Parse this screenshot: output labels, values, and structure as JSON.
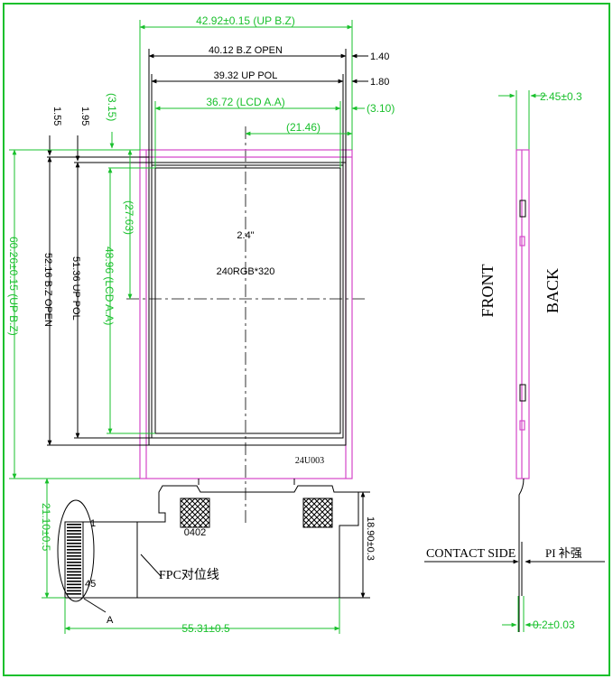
{
  "front_view": {
    "diagonal": "2.4\"",
    "resolution": "240RGB*320",
    "model_code": "24U003",
    "pin_first": "1",
    "pin_last": "45",
    "detail_label": "A",
    "fpc_mark_note": "FPC对位线",
    "dims": {
      "up_bz_width": "42.92±0.15 (UP B.Z)",
      "bz_open_width": "40.12 B.Z OPEN",
      "up_pol_width": "39.32 UP POL",
      "lcd_aa_width": "36.72 (LCD A.A)",
      "right_offset_1": "1.40",
      "right_offset_2": "1.80",
      "right_offset_3": "(3.10)",
      "left_offset_1": "1.55",
      "left_offset_2": "1.95",
      "top_offset": "(3.15)",
      "half_width": "(21.46)",
      "half_height": "(27.63)",
      "up_bz_height": "60.26±0.15 (UP B.Z)",
      "bz_open_height": "52.16 B.Z OPEN",
      "up_pol_height": "51.36 UP POL",
      "lcd_aa_height": "48.96 (LCD A.A)",
      "fpc_length": "21.10±0.5",
      "fpc_height": "18.90±0.3",
      "total_width": "55.31±0.5"
    }
  },
  "side_view": {
    "thickness": "2.45±0.3",
    "front_label": "FRONT",
    "back_label": "BACK",
    "contact_side_label": "CONTACT SIDE",
    "pi_stiffener_label": "PI 补强",
    "stiffener_thickness": "0.2±0.03"
  }
}
